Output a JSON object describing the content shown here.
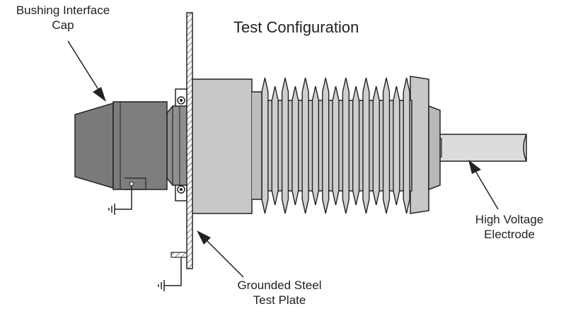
{
  "title": "Test Configuration",
  "labels": {
    "bushing_cap": [
      "Bushing Interface",
      "Cap"
    ],
    "hv_electrode": [
      "High Voltage",
      "Electrode"
    ],
    "test_plate": [
      "Grounded Steel",
      "Test Plate"
    ]
  },
  "colors": {
    "cap_dark": "#7a7a7a",
    "cap_mid": "#8f8f8f",
    "body_light": "#c8c8c8",
    "electrode": "#dcdcdc",
    "outline": "#222222"
  },
  "icons": [
    "ground-symbol-icon",
    "ground-symbol-icon"
  ]
}
